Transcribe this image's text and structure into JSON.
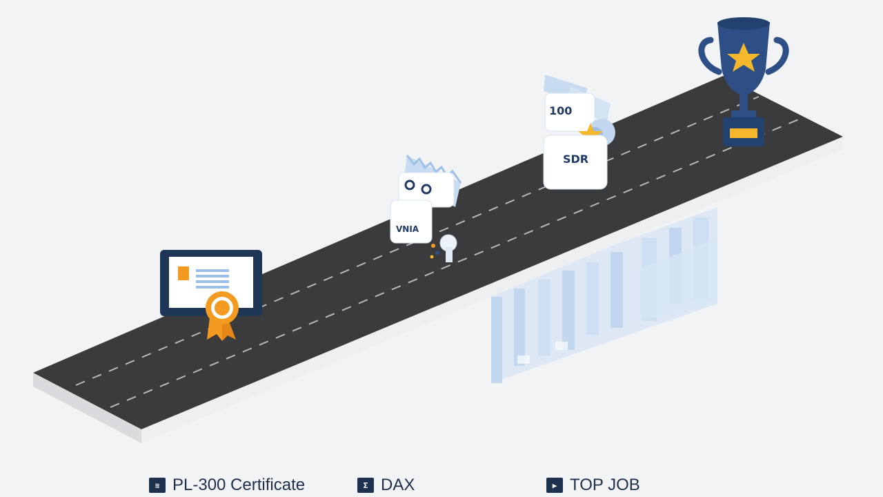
{
  "legend": {
    "items": [
      {
        "icon_text": "≋",
        "label": "PL-300 Certificate",
        "icon": "certificate-icon"
      },
      {
        "icon_text": "Σ",
        "label": "DAX",
        "icon": "formula-icon"
      },
      {
        "icon_text": "▶",
        "label": "TOP JOB",
        "icon": "job-icon"
      }
    ]
  },
  "cards": {
    "card_a_text": "VNIA",
    "card_b_text": "100",
    "card_c_text": "SDR"
  },
  "colors": {
    "road": "#3b3b3d",
    "road_edge": "#e9eaec",
    "navy": "#22355a",
    "orange": "#f39a21",
    "light_blue": "#bcd4ec",
    "trophy": "#2d4f86",
    "gold": "#f5b72c"
  }
}
